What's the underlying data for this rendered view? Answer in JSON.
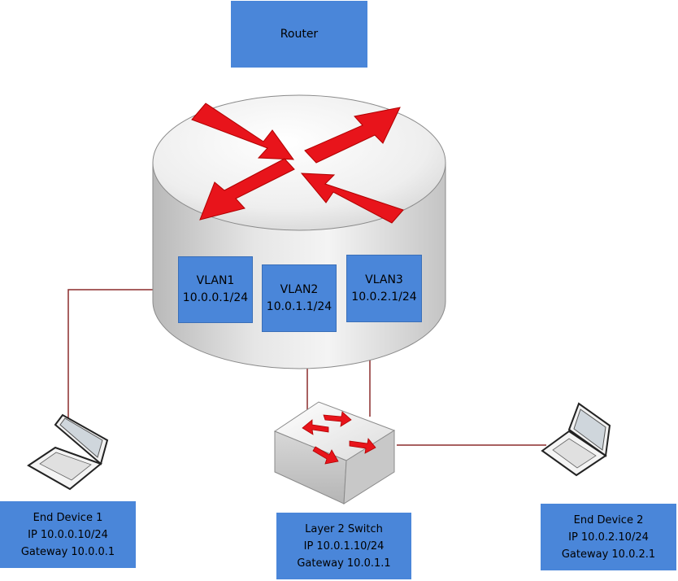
{
  "router": {
    "label": "Router"
  },
  "vlans": [
    {
      "name": "VLAN1",
      "ip": "10.0.0.1/24"
    },
    {
      "name": "VLAN2",
      "ip": "10.0.1.1/24"
    },
    {
      "name": "VLAN3",
      "ip": "10.0.2.1/24"
    }
  ],
  "devices": {
    "end_device_1": {
      "name": "End Device 1",
      "ip": "IP 10.0.0.10/24",
      "gateway": "Gateway 10.0.0.1"
    },
    "switch": {
      "name": "Layer 2 Switch",
      "ip": "IP 10.0.1.10/24",
      "gateway": "Gateway 10.0.1.1"
    },
    "end_device_2": {
      "name": "End Device 2",
      "ip": "IP 10.0.2.10/24",
      "gateway": "Gateway 10.0.2.1"
    }
  },
  "colors": {
    "box_fill": "#4a86d9",
    "link_line": "#8b2c2c",
    "arrow_red": "#e8141b"
  },
  "icons": [
    "router-icon",
    "switch-icon",
    "laptop-icon"
  ]
}
